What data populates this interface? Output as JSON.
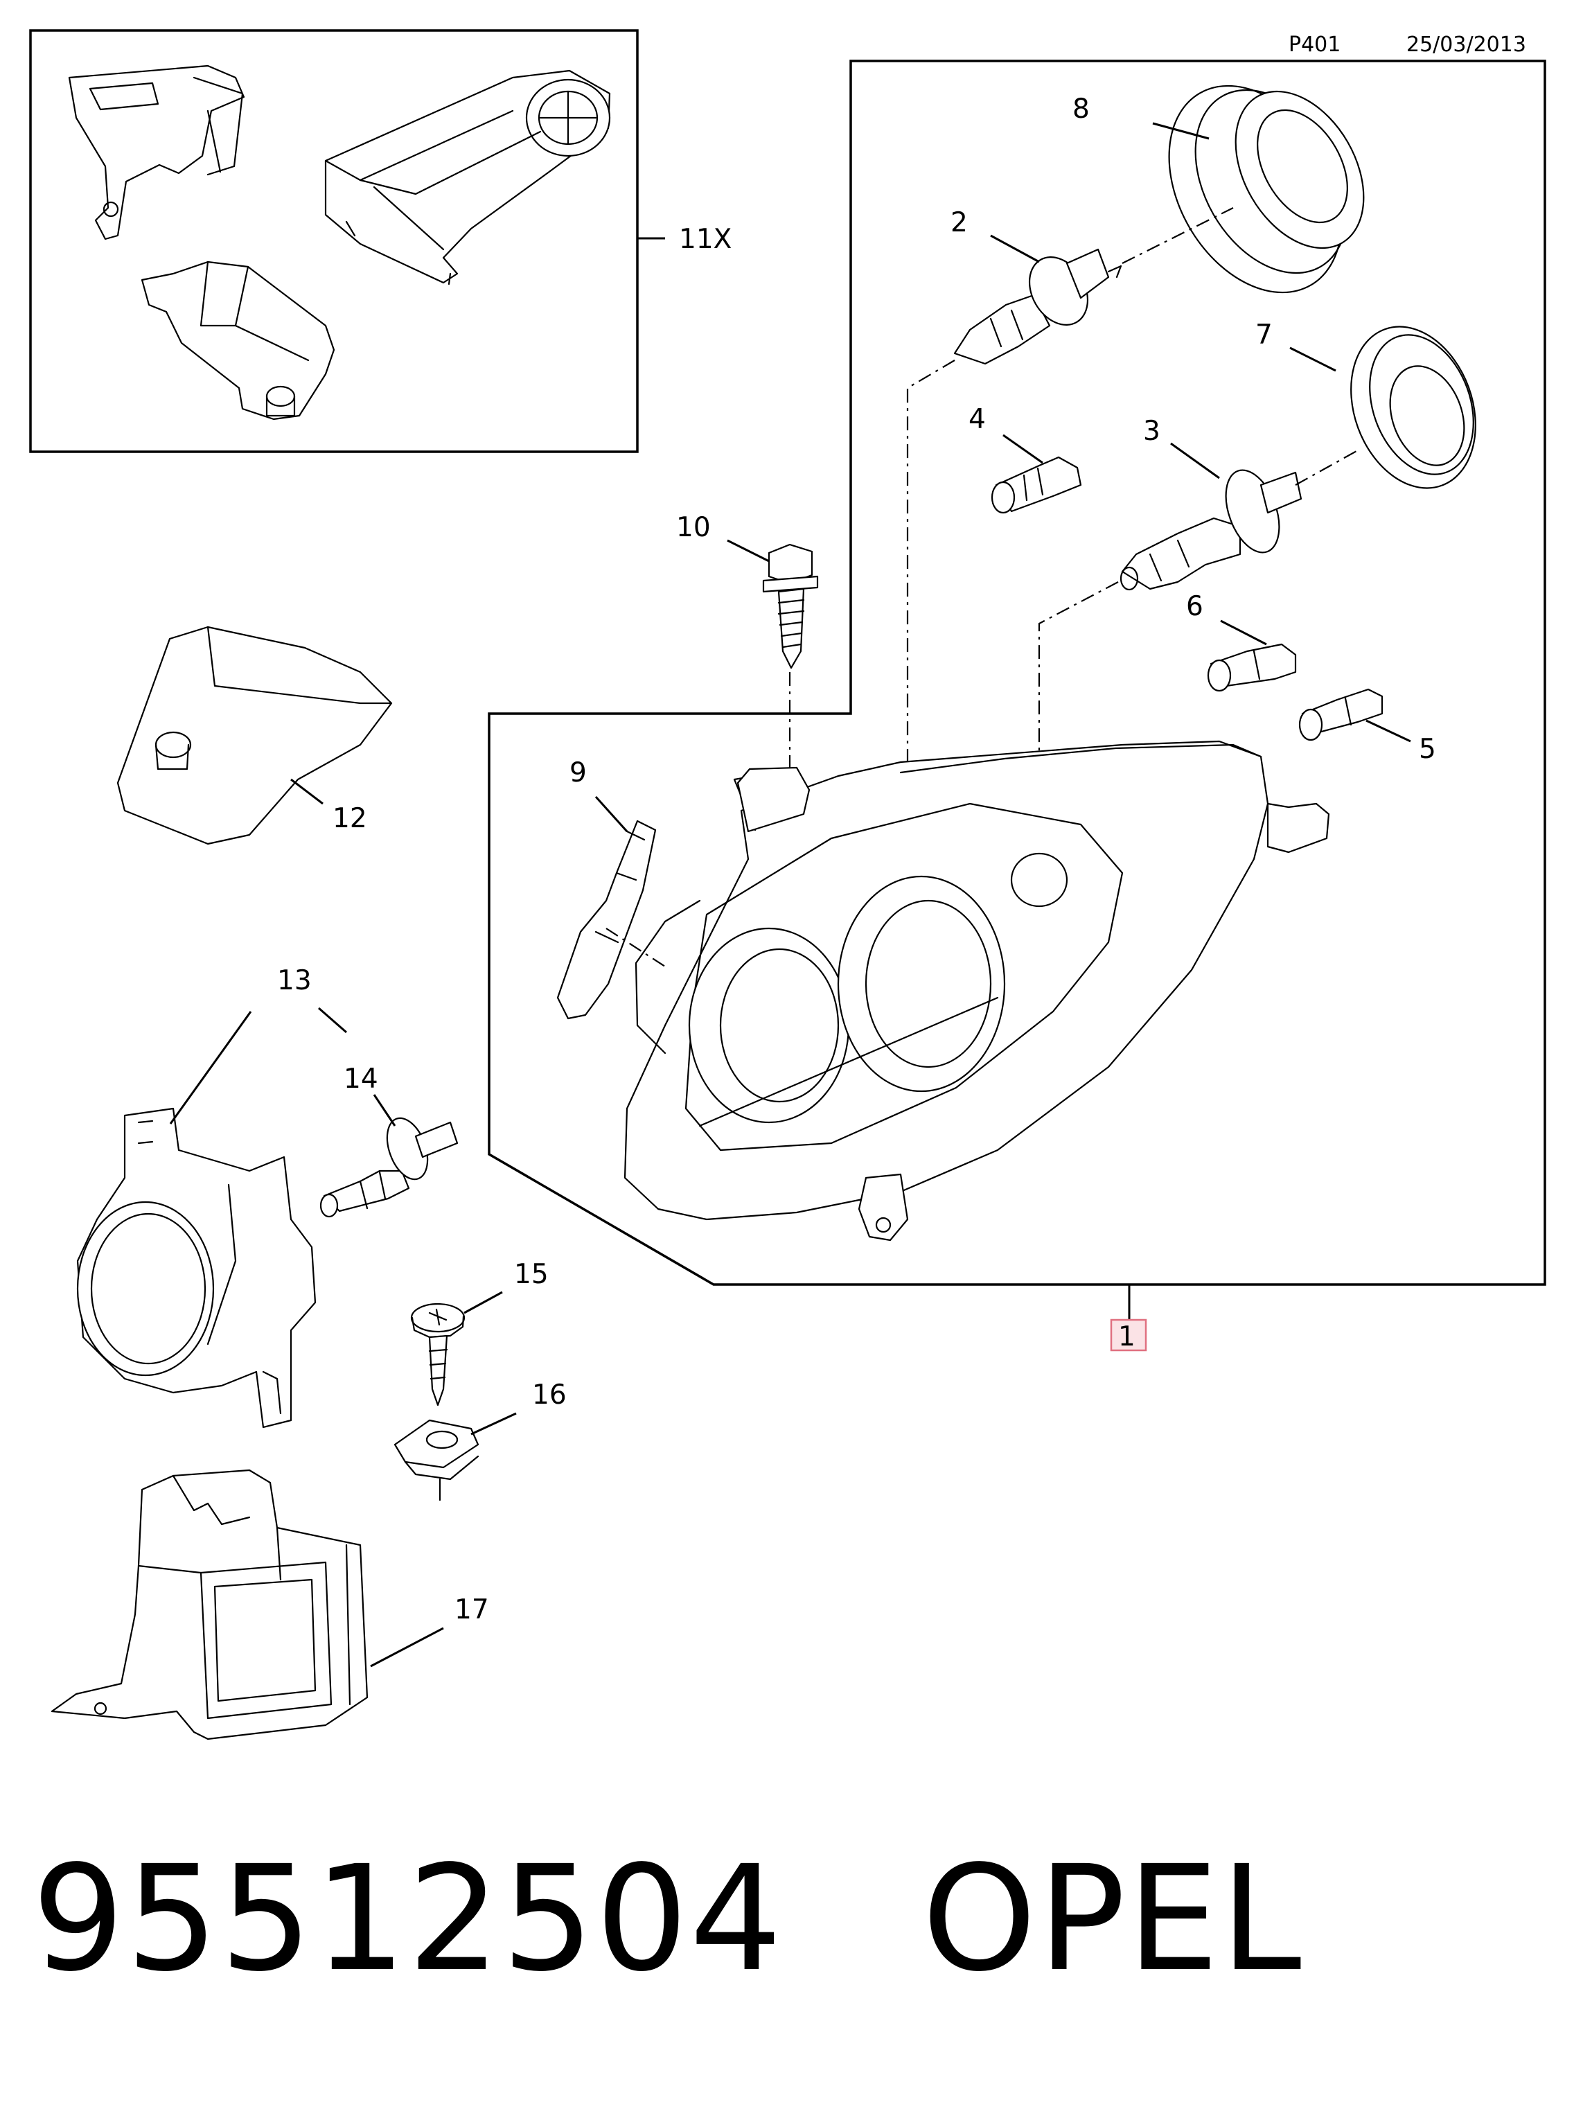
{
  "header": {
    "page_code": "P401",
    "date": "25/03/2013"
  },
  "callouts": {
    "c1": "1",
    "c2": "2",
    "c3": "3",
    "c4": "4",
    "c5": "5",
    "c6": "6",
    "c7": "7",
    "c8": "8",
    "c9": "9",
    "c10": "10",
    "c11x": "11X",
    "c12": "12",
    "c13": "13",
    "c14": "14",
    "c15": "15",
    "c16": "16",
    "c17": "17"
  },
  "footer": {
    "part_number": "95512504",
    "brand": "OPEL"
  },
  "colors": {
    "highlight_box": "#e07080",
    "highlight_fill": "#fbe3e6"
  }
}
